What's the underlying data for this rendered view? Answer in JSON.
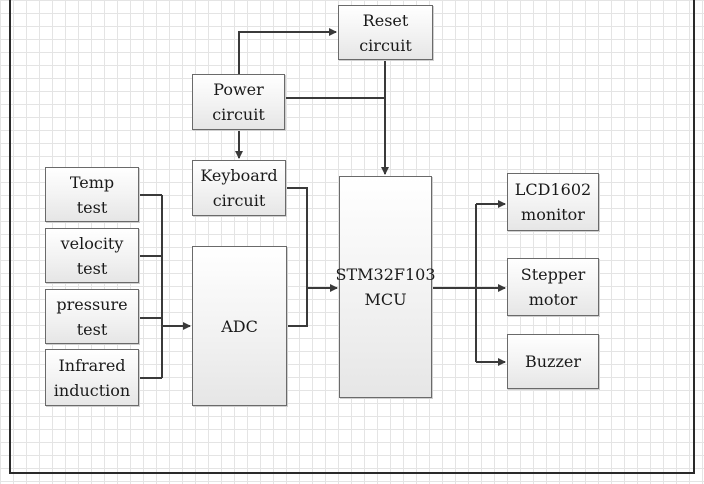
{
  "blocks": {
    "reset": "Reset\ncircuit",
    "power": "Power\ncircuit",
    "keyboard": "Keyboard\ncircuit",
    "temp": "Temp\ntest",
    "velocity": "velocity\ntest",
    "pressure": "pressure\ntest",
    "infrared": "Infrared\ninduction",
    "adc": "ADC",
    "mcu": "STM32F103\nMCU",
    "lcd": "LCD1602\nmonitor",
    "stepper": "Stepper\nmotor",
    "buzzer": "Buzzer"
  },
  "colors": {
    "wire": "#3a3a3a",
    "border": "#6a6a6a",
    "grid": "#e4e4e4"
  }
}
